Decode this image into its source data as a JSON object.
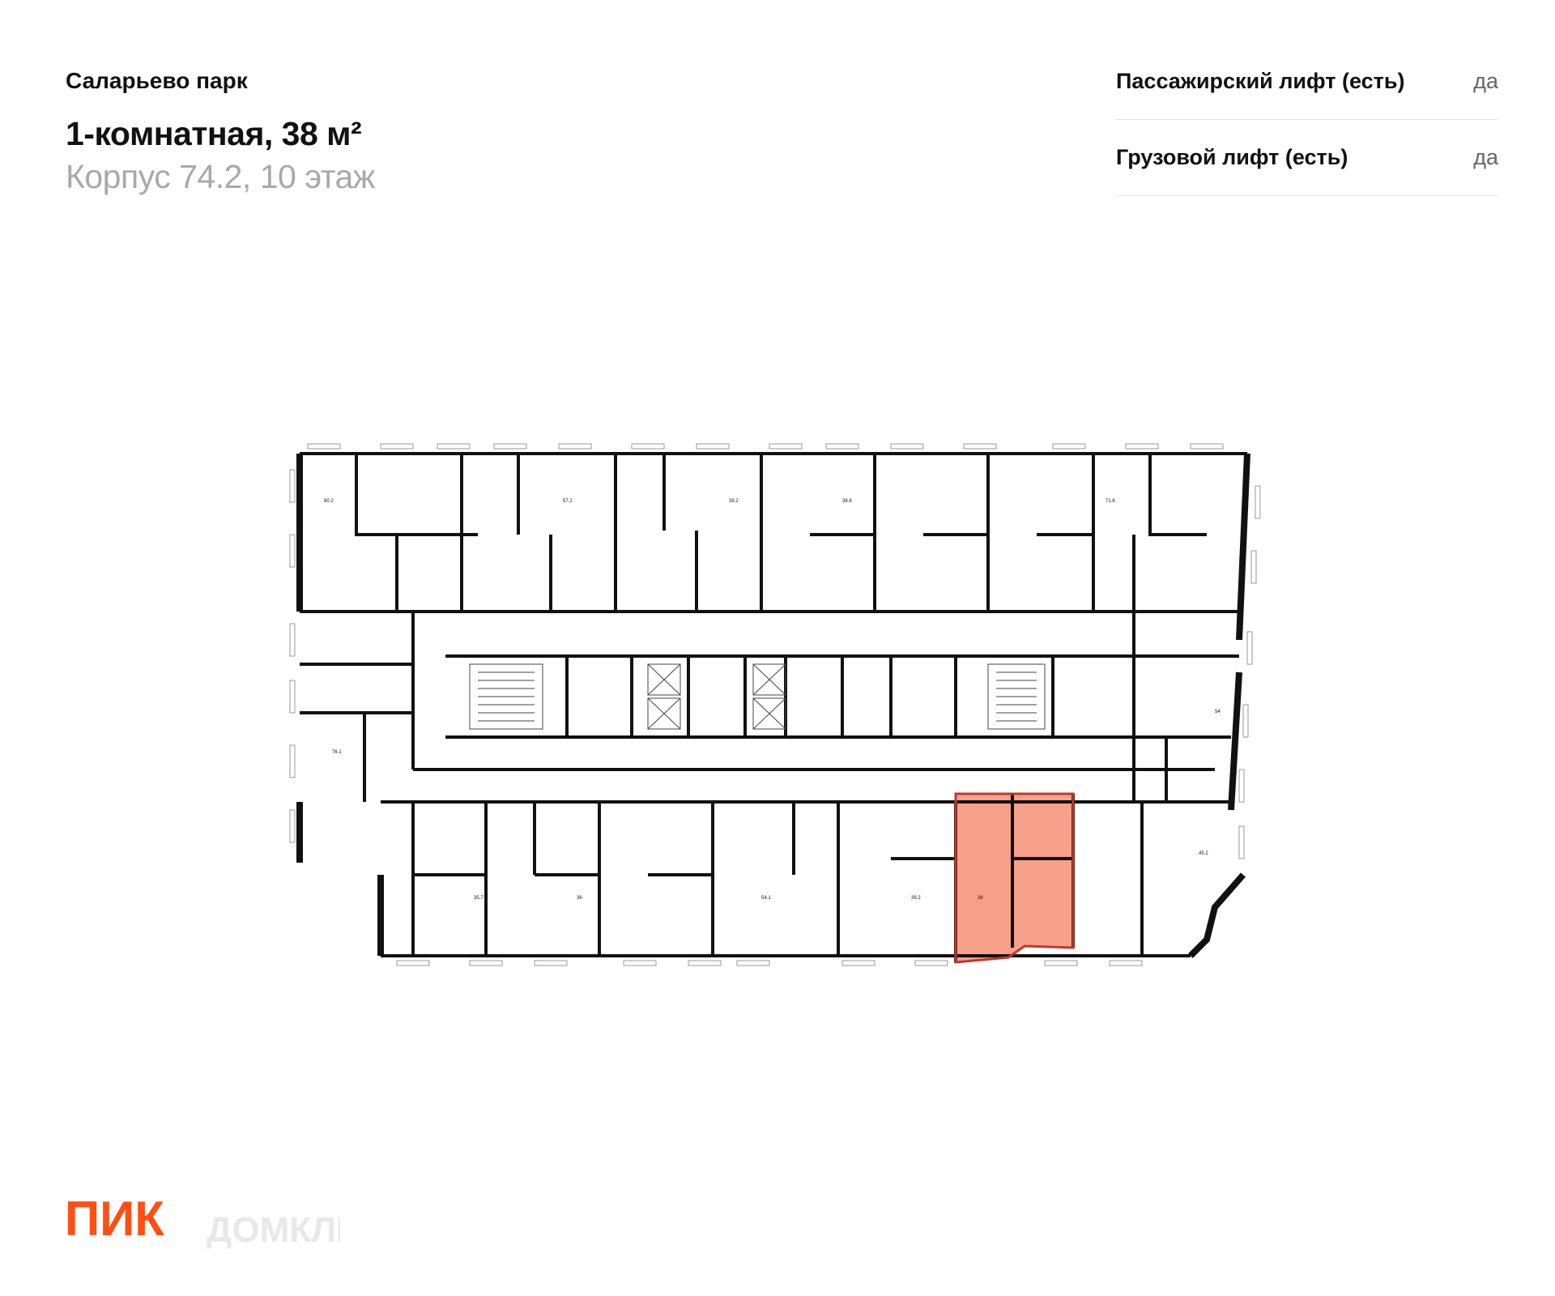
{
  "header": {
    "project": "Саларьево парк",
    "title": "1-комнатная, 38 м²",
    "subtitle": "Корпус 74.2, 10 этаж"
  },
  "features": [
    {
      "label": "Пассажирский лифт (есть)",
      "value": "да"
    },
    {
      "label": "Грузовой лифт (есть)",
      "value": "да"
    }
  ],
  "floor_plan": {
    "highlight_color": "#f9a08a",
    "apartments_top": [
      {
        "area": "80.2"
      },
      {
        "area": "57.2"
      },
      {
        "area": "39.2"
      },
      {
        "area": "38.8"
      },
      {
        "area": "71.6"
      }
    ],
    "apartments_side": [
      {
        "area": "54"
      },
      {
        "area": "76.1"
      },
      {
        "area": "45.2"
      }
    ],
    "apartments_bottom": [
      {
        "area": "35.7"
      },
      {
        "area": "36"
      },
      {
        "area": "54.1"
      },
      {
        "area": "39.2"
      },
      {
        "area": "38",
        "selected": true
      }
    ]
  },
  "brand": {
    "logo_text": "ПИК",
    "watermark": "ДОМКЛИК",
    "logo_color": "#ff4f12"
  }
}
